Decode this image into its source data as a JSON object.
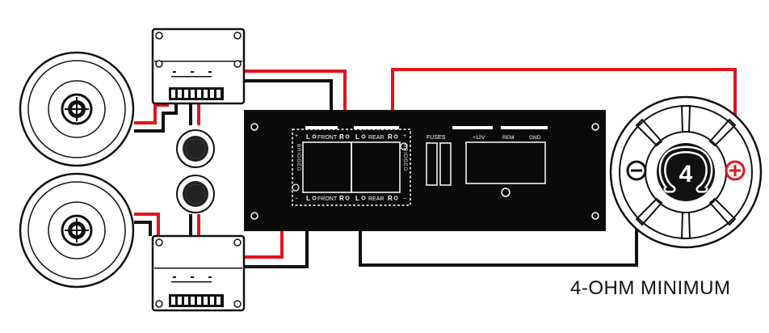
{
  "amplifier": {
    "front_l": "L",
    "front_r": "R",
    "front_label": "FRONT",
    "rear_l": "L",
    "rear_r": "R",
    "rear_label": "REAR",
    "bridged_left": "BRIDGED",
    "bridged_right": "BRIDGED",
    "fuses_label": "FUSES",
    "power_12v": "+12V",
    "power_rem": "REM",
    "power_gnd": "GND"
  },
  "subwoofer": {
    "impedance": "4",
    "minimum_label": "4-OHM MINIMUM"
  },
  "colors": {
    "positive_wire": "#e3141c",
    "negative_wire": "#111111",
    "amp_body": "#0a0a0a",
    "outline": "#111111"
  },
  "icons": {
    "plus": "plus-terminal-icon",
    "minus": "minus-terminal-icon",
    "omega": "ohm-icon"
  }
}
